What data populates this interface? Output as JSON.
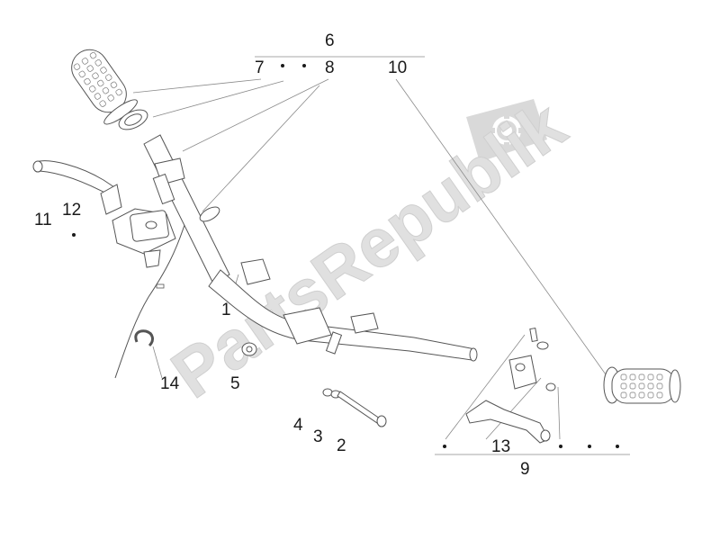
{
  "diagram": {
    "watermark_text": "PartsRepublik",
    "callouts": {
      "c1": "1",
      "c2": "2",
      "c3": "3",
      "c4": "4",
      "c5": "5",
      "c6": "6",
      "c7": "7",
      "c8": "8",
      "c9": "9",
      "c10": "10",
      "c11": "11",
      "c12": "12",
      "c13": "13",
      "c14": "14"
    },
    "colors": {
      "line": "#555555",
      "leader": "#8a8a8a",
      "watermark": "#d6d6d6",
      "text": "#1a1a1a"
    }
  }
}
